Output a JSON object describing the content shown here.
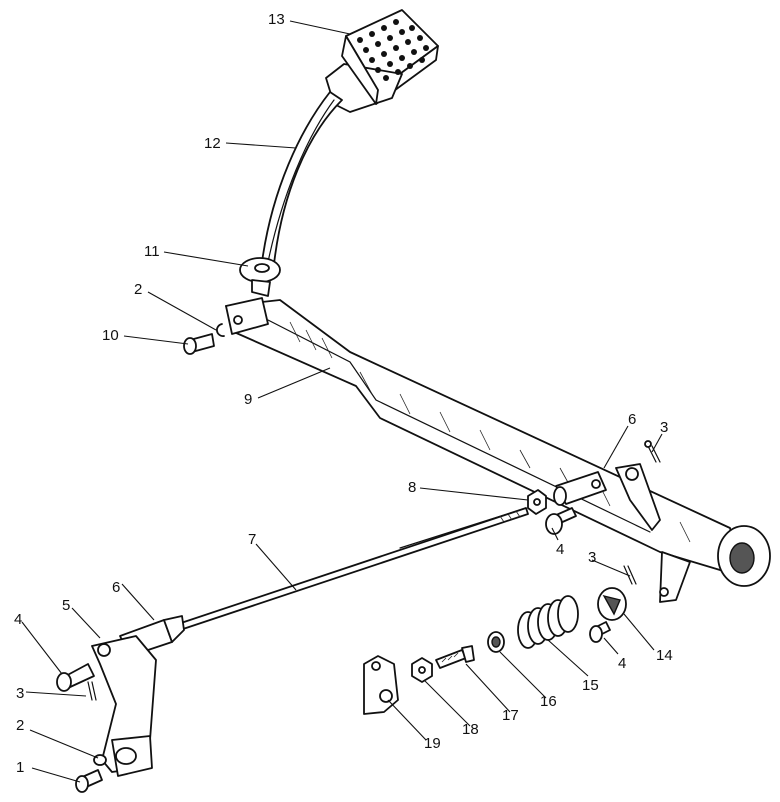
{
  "callouts": [
    {
      "id": "13",
      "label": "13"
    },
    {
      "id": "12",
      "label": "12"
    },
    {
      "id": "11",
      "label": "11"
    },
    {
      "id": "2a",
      "label": "2"
    },
    {
      "id": "10",
      "label": "10"
    },
    {
      "id": "9",
      "label": "9"
    },
    {
      "id": "6a",
      "label": "6"
    },
    {
      "id": "3a",
      "label": "3"
    },
    {
      "id": "8",
      "label": "8"
    },
    {
      "id": "4a",
      "label": "4"
    },
    {
      "id": "7",
      "label": "7"
    },
    {
      "id": "3b",
      "label": "3"
    },
    {
      "id": "6b",
      "label": "6"
    },
    {
      "id": "5",
      "label": "5"
    },
    {
      "id": "4b",
      "label": "4"
    },
    {
      "id": "14",
      "label": "14"
    },
    {
      "id": "4c",
      "label": "4"
    },
    {
      "id": "15",
      "label": "15"
    },
    {
      "id": "16",
      "label": "16"
    },
    {
      "id": "17",
      "label": "17"
    },
    {
      "id": "18",
      "label": "18"
    },
    {
      "id": "19",
      "label": "19"
    },
    {
      "id": "3c",
      "label": "3"
    },
    {
      "id": "2b",
      "label": "2"
    },
    {
      "id": "1",
      "label": "1"
    }
  ]
}
